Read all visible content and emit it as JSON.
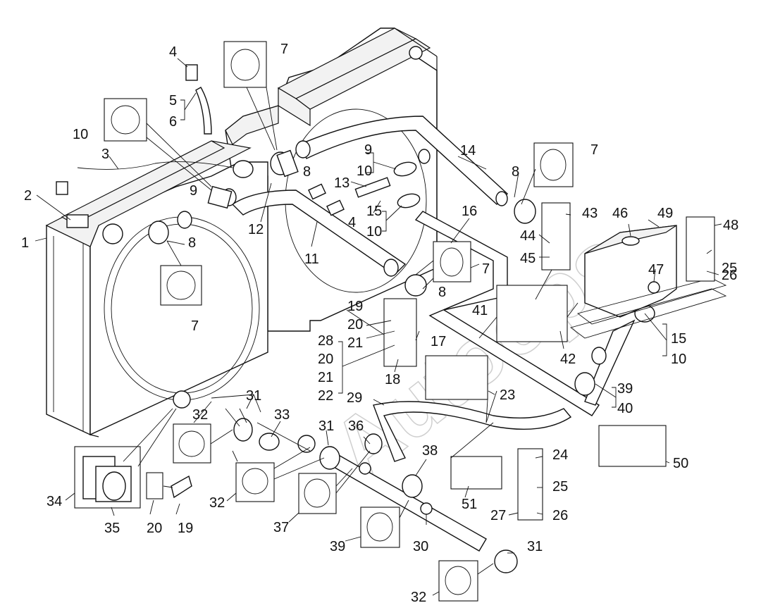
{
  "diagram": {
    "watermark": "Autoops",
    "labels": [
      {
        "id": "l1",
        "text": "1"
      },
      {
        "id": "l2",
        "text": "2"
      },
      {
        "id": "l3",
        "text": "3"
      },
      {
        "id": "l4a",
        "text": "4"
      },
      {
        "id": "l4b",
        "text": "4"
      },
      {
        "id": "l5",
        "text": "5"
      },
      {
        "id": "l6",
        "text": "6"
      },
      {
        "id": "l7a",
        "text": "7"
      },
      {
        "id": "l7b",
        "text": "7"
      },
      {
        "id": "l7c",
        "text": "7"
      },
      {
        "id": "l7d",
        "text": "7"
      },
      {
        "id": "l8a",
        "text": "8"
      },
      {
        "id": "l8b",
        "text": "8"
      },
      {
        "id": "l8c",
        "text": "8"
      },
      {
        "id": "l8d",
        "text": "8"
      },
      {
        "id": "l9a",
        "text": "9"
      },
      {
        "id": "l9b",
        "text": "9"
      },
      {
        "id": "l10a",
        "text": "10"
      },
      {
        "id": "l10b",
        "text": "10"
      },
      {
        "id": "l10c",
        "text": "10"
      },
      {
        "id": "l10d",
        "text": "10"
      },
      {
        "id": "l11",
        "text": "11"
      },
      {
        "id": "l12",
        "text": "12"
      },
      {
        "id": "l13",
        "text": "13"
      },
      {
        "id": "l14",
        "text": "14"
      },
      {
        "id": "l15a",
        "text": "15"
      },
      {
        "id": "l15b",
        "text": "15"
      },
      {
        "id": "l16",
        "text": "16"
      },
      {
        "id": "l17",
        "text": "17"
      },
      {
        "id": "l18",
        "text": "18"
      },
      {
        "id": "l19a",
        "text": "19"
      },
      {
        "id": "l19b",
        "text": "19"
      },
      {
        "id": "l20a",
        "text": "20"
      },
      {
        "id": "l20b",
        "text": "20"
      },
      {
        "id": "l20c",
        "text": "20"
      },
      {
        "id": "l21a",
        "text": "21"
      },
      {
        "id": "l21b",
        "text": "21"
      },
      {
        "id": "l22",
        "text": "22"
      },
      {
        "id": "l23",
        "text": "23"
      },
      {
        "id": "l24",
        "text": "24"
      },
      {
        "id": "l25a",
        "text": "25"
      },
      {
        "id": "l25b",
        "text": "25"
      },
      {
        "id": "l26a",
        "text": "26"
      },
      {
        "id": "l26b",
        "text": "26"
      },
      {
        "id": "l27",
        "text": "27"
      },
      {
        "id": "l28",
        "text": "28"
      },
      {
        "id": "l29",
        "text": "29"
      },
      {
        "id": "l30",
        "text": "30"
      },
      {
        "id": "l31a",
        "text": "31"
      },
      {
        "id": "l31b",
        "text": "31"
      },
      {
        "id": "l31c",
        "text": "31"
      },
      {
        "id": "l32a",
        "text": "32"
      },
      {
        "id": "l32b",
        "text": "32"
      },
      {
        "id": "l32c",
        "text": "32"
      },
      {
        "id": "l33",
        "text": "33"
      },
      {
        "id": "l34",
        "text": "34"
      },
      {
        "id": "l35",
        "text": "35"
      },
      {
        "id": "l36",
        "text": "36"
      },
      {
        "id": "l37",
        "text": "37"
      },
      {
        "id": "l38",
        "text": "38"
      },
      {
        "id": "l39a",
        "text": "39"
      },
      {
        "id": "l39b",
        "text": "39"
      },
      {
        "id": "l40",
        "text": "40"
      },
      {
        "id": "l41",
        "text": "41"
      },
      {
        "id": "l42",
        "text": "42"
      },
      {
        "id": "l43",
        "text": "43"
      },
      {
        "id": "l44",
        "text": "44"
      },
      {
        "id": "l45",
        "text": "45"
      },
      {
        "id": "l46",
        "text": "46"
      },
      {
        "id": "l47",
        "text": "47"
      },
      {
        "id": "l48",
        "text": "48"
      },
      {
        "id": "l49",
        "text": "49"
      },
      {
        "id": "l50",
        "text": "50"
      },
      {
        "id": "l51",
        "text": "51"
      }
    ]
  }
}
